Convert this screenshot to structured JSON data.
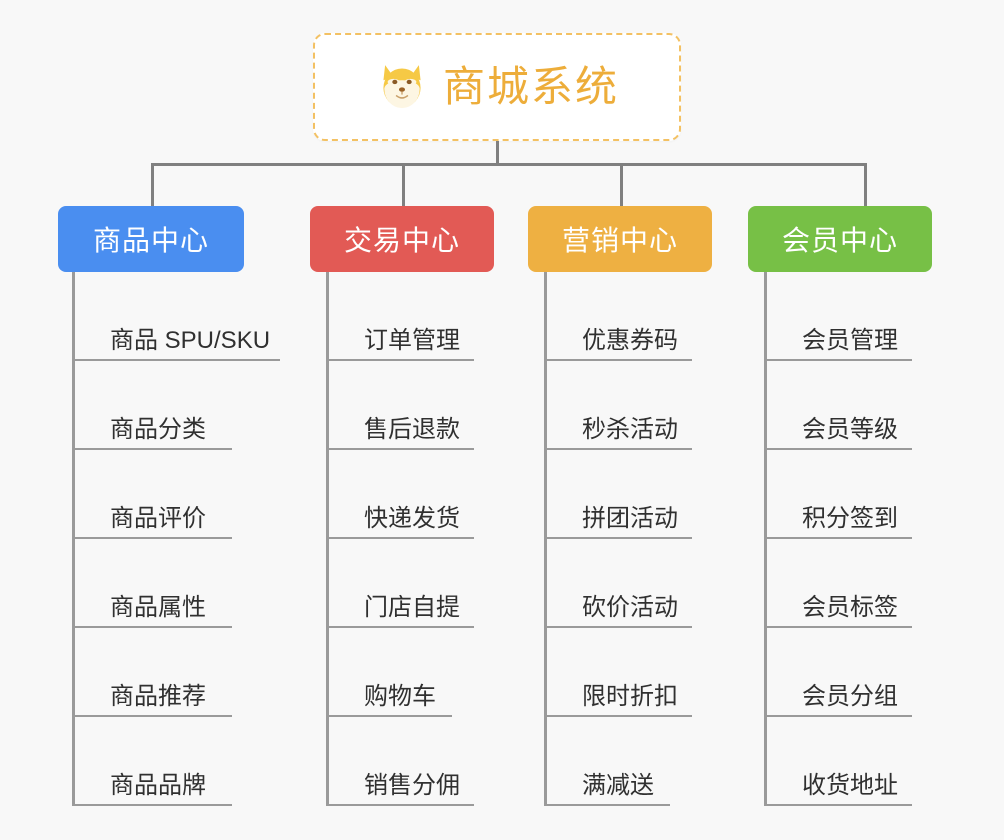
{
  "canvas": {
    "background_color": "#f8f8f8",
    "connector_color": "#808080",
    "leaf_line_color": "#9a9a9a"
  },
  "root": {
    "title": "商城系统",
    "icon": "shiba-dog-face-icon",
    "text_color": "#edad3a",
    "border_color": "#f3c163",
    "background_color": "#ffffff"
  },
  "categories": [
    {
      "label": "商品中心",
      "color": "#4a8ef0",
      "items": [
        "商品 SPU/SKU",
        "商品分类",
        "商品评价",
        "商品属性",
        "商品推荐",
        "商品品牌"
      ]
    },
    {
      "label": "交易中心",
      "color": "#e25a55",
      "items": [
        "订单管理",
        "售后退款",
        "快递发货",
        "门店自提",
        "购物车",
        "销售分佣"
      ]
    },
    {
      "label": "营销中心",
      "color": "#eeb042",
      "items": [
        "优惠券码",
        "秒杀活动",
        "拼团活动",
        "砍价活动",
        "限时折扣",
        "满减送"
      ]
    },
    {
      "label": "会员中心",
      "color": "#77c046",
      "items": [
        "会员管理",
        "会员等级",
        "积分签到",
        "会员标签",
        "会员分组",
        "收货地址"
      ]
    }
  ]
}
